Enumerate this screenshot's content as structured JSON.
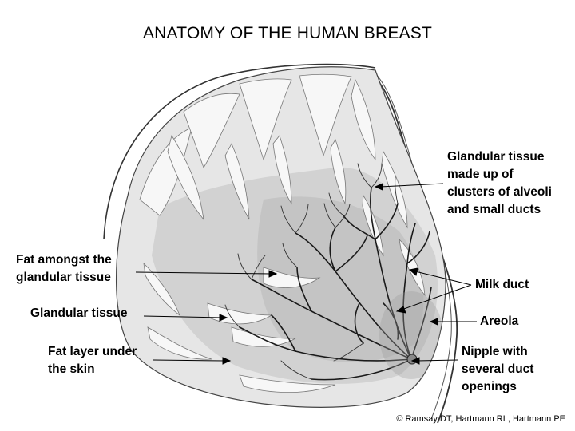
{
  "title": "ANATOMY OF THE HUMAN BREAST",
  "labels": {
    "glandular_alveoli": [
      "Glandular tissue",
      "made up of",
      "clusters of alveoli",
      "and small ducts"
    ],
    "fat_amongst": [
      "Fat amongst the",
      "glandular tissue"
    ],
    "glandular": [
      "Glandular tissue"
    ],
    "fat_layer": [
      "Fat layer under",
      "the skin"
    ],
    "milk_duct": [
      "Milk duct"
    ],
    "areola": [
      "Areola"
    ],
    "nipple": [
      "Nipple with",
      "several duct",
      "openings"
    ]
  },
  "credit": "© Ramsay DT, Hartmann RL, Hartmann PE"
}
